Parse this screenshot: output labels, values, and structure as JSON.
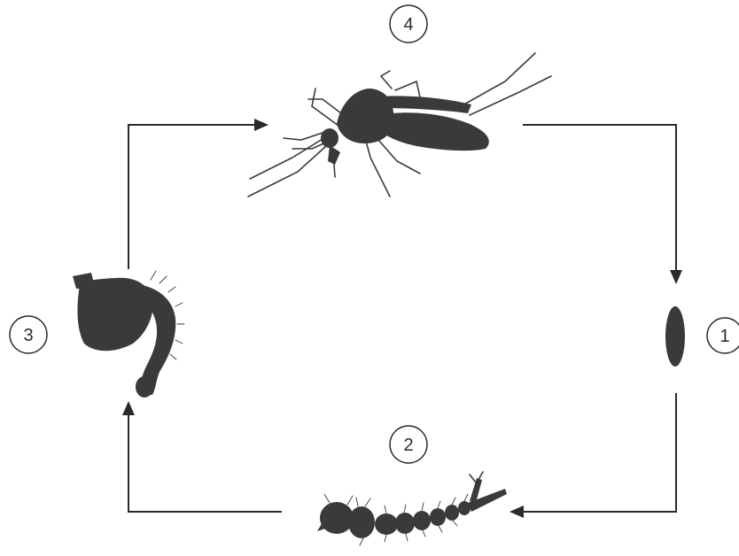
{
  "stages": [
    {
      "number": "1",
      "icon": "egg-icon"
    },
    {
      "number": "2",
      "icon": "larva-icon"
    },
    {
      "number": "3",
      "icon": "pupa-icon"
    },
    {
      "number": "4",
      "icon": "adult-mosquito-icon"
    }
  ],
  "colors": {
    "silhouette": "#3a3a3a",
    "line": "#2a2a2a",
    "background": "#ffffff"
  }
}
